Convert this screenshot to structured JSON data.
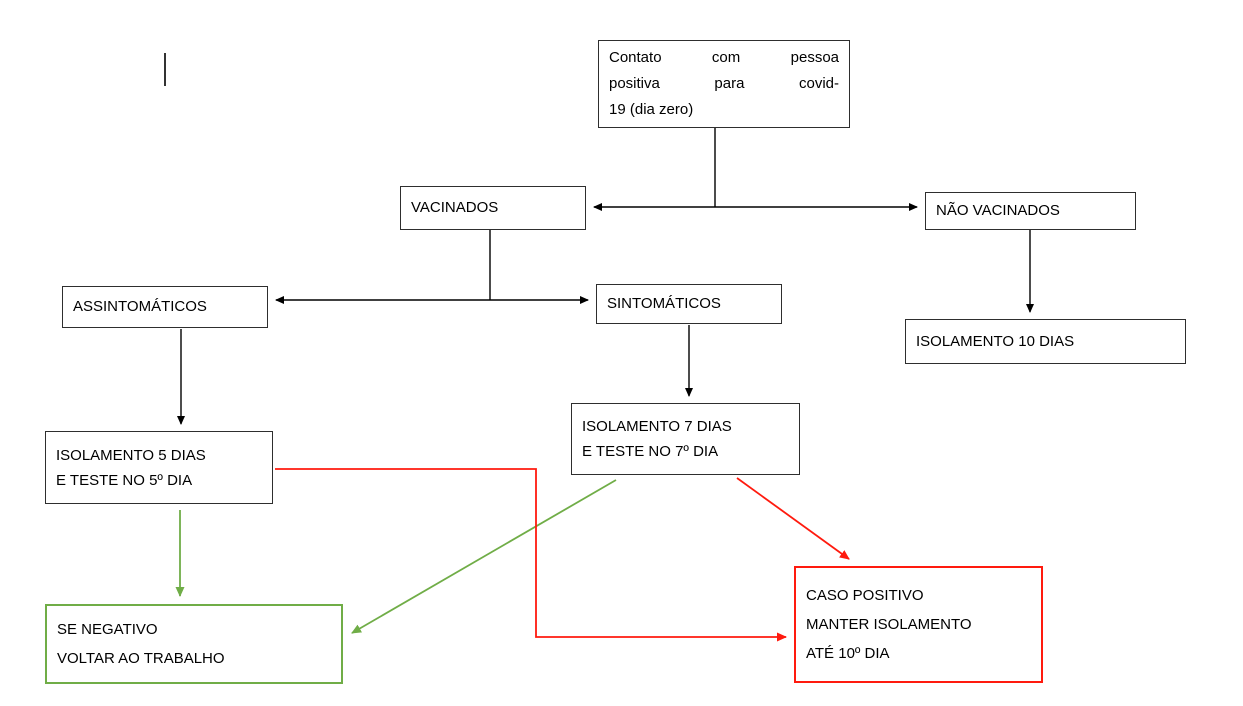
{
  "diagram": {
    "type": "flowchart",
    "language": "pt-BR",
    "topic": "Protocolo de isolamento após contato com pessoa positiva para covid-19"
  },
  "colors": {
    "background": "#ffffff",
    "text": "#000000",
    "box_border": "#2e2e2e",
    "arrow_black": "#000000",
    "negative_green": "#70ad47",
    "positive_red": "#ff1a0e"
  },
  "nodes": {
    "contact": {
      "lines": [
        "Contato com pessoa",
        "positiva para covid-",
        "19 (dia zero)"
      ]
    },
    "vacinados": {
      "text": "VACINADOS"
    },
    "nao_vacinados": {
      "text": "NÃO VACINADOS"
    },
    "assintomaticos": {
      "text": "ASSINTOMÁTICOS"
    },
    "sintomaticos": {
      "text": "SINTOMÁTICOS"
    },
    "isolamento_10": {
      "text": "ISOLAMENTO 10 DIAS"
    },
    "isolamento_5": {
      "lines": [
        "ISOLAMENTO 5 DIAS",
        "E TESTE NO 5º DIA"
      ]
    },
    "isolamento_7": {
      "lines": [
        "ISOLAMENTO 7 DIAS",
        "E TESTE NO 7º DIA"
      ]
    },
    "se_negativo": {
      "lines": [
        "SE NEGATIVO",
        "VOLTAR AO TRABALHO"
      ]
    },
    "caso_positivo": {
      "lines": [
        "CASO POSITIVO",
        "MANTER ISOLAMENTO",
        "ATÉ 10º DIA"
      ]
    }
  },
  "edges": [
    {
      "from": "contact",
      "to": "vacinados",
      "color": "black"
    },
    {
      "from": "contact",
      "to": "nao_vacinados",
      "color": "black"
    },
    {
      "from": "vacinados",
      "to": "assintomaticos",
      "color": "black"
    },
    {
      "from": "vacinados",
      "to": "sintomaticos",
      "color": "black"
    },
    {
      "from": "nao_vacinados",
      "to": "isolamento_10",
      "color": "black"
    },
    {
      "from": "assintomaticos",
      "to": "isolamento_5",
      "color": "black"
    },
    {
      "from": "sintomaticos",
      "to": "isolamento_7",
      "color": "black"
    },
    {
      "from": "isolamento_5",
      "to": "se_negativo",
      "color": "green"
    },
    {
      "from": "isolamento_7",
      "to": "se_negativo",
      "color": "green"
    },
    {
      "from": "isolamento_5",
      "to": "caso_positivo",
      "color": "red"
    },
    {
      "from": "isolamento_7",
      "to": "caso_positivo",
      "color": "red"
    }
  ]
}
